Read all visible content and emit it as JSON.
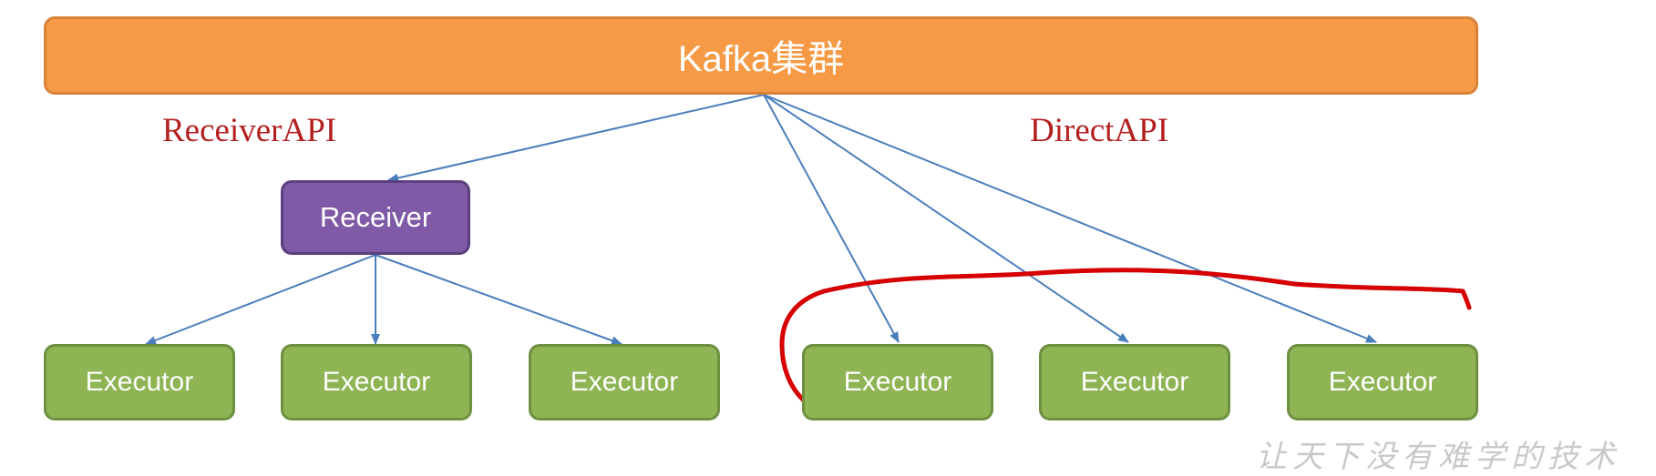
{
  "diagram": {
    "cluster": {
      "label": "Kafka集群"
    },
    "receiver_api_label": "ReceiverAPI",
    "direct_api_label": "DirectAPI",
    "receiver": {
      "label": "Receiver"
    },
    "receiver_executors": [
      {
        "label": "Executor"
      },
      {
        "label": "Executor"
      },
      {
        "label": "Executor"
      }
    ],
    "direct_executors": [
      {
        "label": "Executor"
      },
      {
        "label": "Executor"
      },
      {
        "label": "Executor"
      }
    ],
    "watermark": "让天下没有难学的技术"
  },
  "colors": {
    "cluster": "#f79a45",
    "receiver": "#7f5aa7",
    "executor": "#8eb454",
    "arrow": "#4a7ebb",
    "api_label": "#b42020",
    "annotation": "#d60000"
  }
}
